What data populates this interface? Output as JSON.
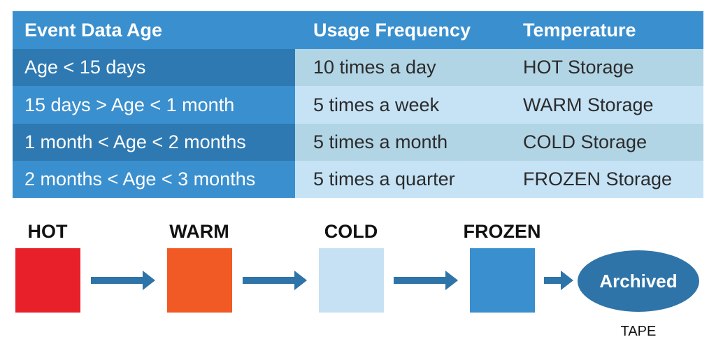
{
  "table": {
    "headers": [
      "Event Data Age",
      "Usage Frequency",
      "Temperature"
    ],
    "rows": [
      [
        "Age < 15 days",
        "10 times a day",
        "HOT Storage"
      ],
      [
        "15 days > Age < 1 month",
        "5 times a week",
        "WARM Storage"
      ],
      [
        "1 month < Age < 2 months",
        "5 times a month",
        "COLD Storage"
      ],
      [
        "2 months < Age < 3 months",
        "5 times a quarter",
        "FROZEN Storage"
      ]
    ]
  },
  "flow": {
    "tiers": [
      {
        "label": "HOT",
        "color": "#e8202a"
      },
      {
        "label": "WARM",
        "color": "#f15a24"
      },
      {
        "label": "COLD",
        "color": "#c6e1f3"
      },
      {
        "label": "FROZEN",
        "color": "#3a8fce"
      }
    ],
    "archive_label": "Archived",
    "archive_color": "#2f74a8",
    "arrow_color": "#2f74a8",
    "archive_caption": "TAPE"
  }
}
